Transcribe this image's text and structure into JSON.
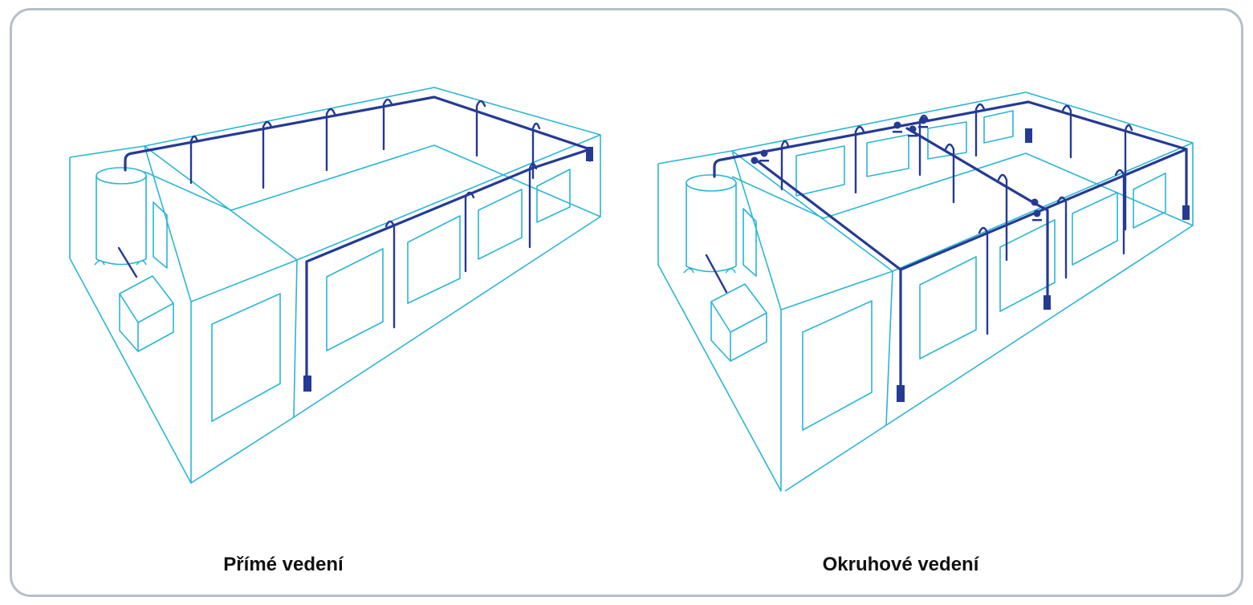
{
  "diagrams": [
    {
      "id": "direct",
      "caption": "Přímé vedení"
    },
    {
      "id": "ring",
      "caption": "Okruhové vedení"
    }
  ],
  "colors": {
    "structure": "#29b6d6",
    "pipe": "#253a94",
    "frame": "#b5bec9",
    "caption": "#111111"
  }
}
